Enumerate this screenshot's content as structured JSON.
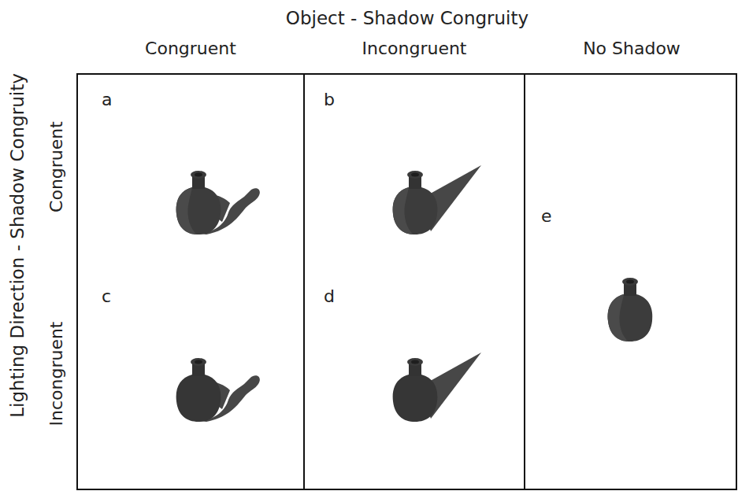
{
  "diagram": {
    "title": "Object - Shadow Congruity",
    "nodes": [
      {
        "text": [
          "a",
          "c"
        ]
      },
      {
        "text": [
          "b",
          "d"
        ]
      },
      {
        "text": [
          "e"
        ]
      }
    ],
    "labels": [
      "Congruent",
      "Incongruent",
      "No Shadow",
      "Lighting Direction - Shadow Congruity",
      "Congruent",
      "Incongruent"
    ]
  }
}
